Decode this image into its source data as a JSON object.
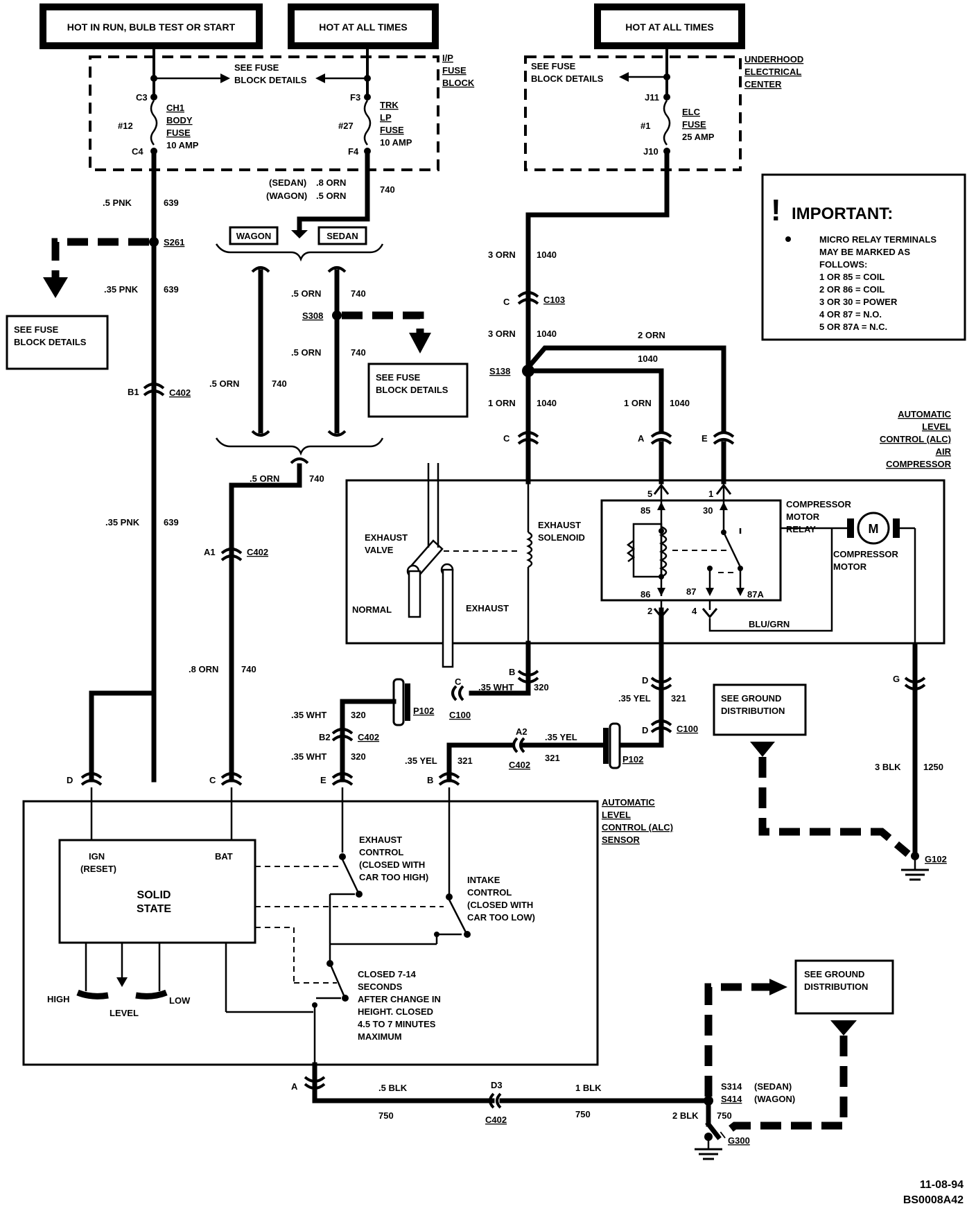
{
  "headers": {
    "hot_run": "HOT IN RUN, BULB TEST OR START",
    "hot_all_1": "HOT AT ALL TIMES",
    "hot_all_2": "HOT AT ALL TIMES"
  },
  "ip_fuse_block": {
    "label_1": "I/P",
    "label_2": "FUSE",
    "label_3": "BLOCK",
    "see_fuse_1": "SEE FUSE",
    "see_fuse_2": "BLOCK DETAILS",
    "fuse12_top": "C3",
    "fuse12_num": "#12",
    "fuse12_bot": "C4",
    "fuse12_name_1": "CH1",
    "fuse12_name_2": "BODY",
    "fuse12_name_3": "FUSE",
    "fuse12_amp": "10 AMP",
    "fuse27_top": "F3",
    "fuse27_num": "#27",
    "fuse27_bot": "F4",
    "fuse27_name_1": "TRK",
    "fuse27_name_2": "LP",
    "fuse27_name_3": "FUSE",
    "fuse27_amp": "10 AMP"
  },
  "underhood": {
    "label_1": "UNDERHOOD",
    "label_2": "ELECTRICAL",
    "label_3": "CENTER",
    "see_fuse_1": "SEE FUSE",
    "see_fuse_2": "BLOCK DETAILS",
    "top": "J11",
    "num": "#1",
    "bot": "J10",
    "name_1": "ELC",
    "name_2": "FUSE",
    "amp": "25 AMP"
  },
  "important": {
    "title": "IMPORTANT:",
    "lines": [
      "MICRO RELAY TERMINALS",
      "MAY BE MARKED AS",
      "FOLLOWS:",
      "1 OR 85 = COIL",
      "2 OR 86 = COIL",
      "3 OR 30 = POWER",
      "4 OR 87 = N.O.",
      "5 OR 87A = N.C."
    ]
  },
  "wires": {
    "w639a": ".5 PNK",
    "c639a": "639",
    "w639b": ".35 PNK",
    "c639b": "639",
    "w639c": ".35 PNK",
    "c639c": "639",
    "s261": "S261",
    "see_fuse_left_1": "SEE FUSE",
    "see_fuse_left_2": "BLOCK DETAILS",
    "b1": "B1",
    "c402a": "C402",
    "sedan": "(SEDAN)",
    "wagon": "(WAGON)",
    "sedan_w": ".8 ORN",
    "wagon_w": ".5 ORN",
    "c740a": "740",
    "wagon_tag": "WAGON",
    "sedan_tag": "SEDAN",
    "w740b": ".5 ORN",
    "c740b": "740",
    "s308": "S308",
    "w740c": ".5 ORN",
    "c740c": "740",
    "w740d": ".5 ORN",
    "c740d": "740",
    "see_fuse_mid_1": "SEE FUSE",
    "see_fuse_mid_2": "BLOCK DETAILS",
    "w740e": ".5 ORN",
    "c740e": "740",
    "a1": "A1",
    "c402b": "C402",
    "w740f": ".8 ORN",
    "c740f": "740",
    "w1040a": "3 ORN",
    "c1040a": "1040",
    "c_c103": "C",
    "c103": "C103",
    "w1040b": "3 ORN",
    "c1040b": "1040",
    "s138": "S138",
    "w1040c": "2 ORN",
    "c1040c": "1040",
    "w1040d": "1 ORN",
    "c1040d": "1040",
    "w1040e": "1 ORN",
    "c1040e": "1040",
    "conn_c": "C",
    "conn_a": "A",
    "conn_e": "E"
  },
  "compressor": {
    "label_1": "AUTOMATIC",
    "label_2": "LEVEL",
    "label_3": "CONTROL (ALC)",
    "label_4": "AIR",
    "label_5": "COMPRESSOR",
    "exhaust_valve_1": "EXHAUST",
    "exhaust_valve_2": "VALVE",
    "normal": "NORMAL",
    "exhaust": "EXHAUST",
    "solenoid_1": "EXHAUST",
    "solenoid_2": "SOLENOID",
    "relay_1": "COMPRESSOR",
    "relay_2": "MOTOR",
    "relay_3": "RELAY",
    "motor_1": "COMPRESSOR",
    "motor_2": "MOTOR",
    "motor_sym": "M",
    "pin5": "5",
    "pin1": "1",
    "pin2": "2",
    "pin4": "4",
    "t85": "85",
    "t30": "30",
    "t86": "86",
    "t87": "87",
    "t87a": "87A",
    "blu_grn": "BLU/GRN"
  },
  "lower_wires": {
    "b_conn": "B",
    "w320a": ".35 WHT",
    "c320a": "320",
    "c_conn": "C",
    "p102a": "P102",
    "c100a": "C100",
    "w320b": ".35 WHT",
    "c320b": "320",
    "b2": "B2",
    "c402c": "C402",
    "w320c": ".35 WHT",
    "c320c": "320",
    "d_conn": "D",
    "w321a": ".35 YEL",
    "c321a": "321",
    "d2_conn": "D",
    "c100b": "C100",
    "a2": "A2",
    "w321b": ".35 YEL",
    "c321b": "321",
    "c402d": "C402",
    "p102b": "P102",
    "w321c": ".35 YEL",
    "c321c": "321",
    "g_conn": "G",
    "w1250": "3 BLK",
    "c1250": "1250",
    "see_ground_1a": "SEE GROUND",
    "see_ground_1b": "DISTRIBUTION",
    "g102": "G102"
  },
  "sensor": {
    "pin_d": "D",
    "pin_c": "C",
    "pin_e": "E",
    "pin_b": "B",
    "pin_a": "A",
    "label_1": "AUTOMATIC",
    "label_2": "LEVEL",
    "label_3": "CONTROL (ALC)",
    "label_4": "SENSOR",
    "ign_1": "IGN",
    "ign_2": "(RESET)",
    "bat": "BAT",
    "solid_1": "SOLID",
    "solid_2": "STATE",
    "high": "HIGH",
    "level": "LEVEL",
    "low": "LOW",
    "exh_1": "EXHAUST",
    "exh_2": "CONTROL",
    "exh_3": "(CLOSED WITH",
    "exh_4": "CAR TOO HIGH)",
    "int_1": "INTAKE",
    "int_2": "CONTROL",
    "int_3": "(CLOSED WITH",
    "int_4": "CAR TOO LOW)",
    "cl_1": "CLOSED 7-14",
    "cl_2": "SECONDS",
    "cl_3": "AFTER CHANGE IN",
    "cl_4": "HEIGHT. CLOSED",
    "cl_5": "4.5 TO 7 MINUTES",
    "cl_6": "MAXIMUM"
  },
  "ground": {
    "w750a": ".5 BLK",
    "c750a": "750",
    "d3": "D3",
    "c402e": "C402",
    "w750b": "1 BLK",
    "c750b": "750",
    "s314": "S314",
    "s314_v": "(SEDAN)",
    "s414": "S414",
    "s414_v": "(WAGON)",
    "w750c": "2 BLK",
    "c750c": "750",
    "g300": "G300",
    "see_ground_2a": "SEE GROUND",
    "see_ground_2b": "DISTRIBUTION"
  },
  "footer": {
    "date": "11-08-94",
    "code": "BS0008A42"
  }
}
